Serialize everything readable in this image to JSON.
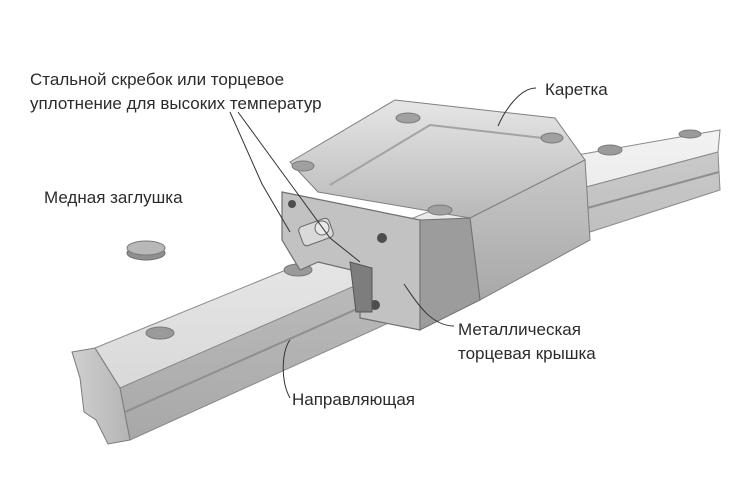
{
  "labels": {
    "scraper_line1": "Стальной скребок или торцевое",
    "scraper_line2": "уплотнение для высоких температур",
    "copper_plug": "Медная заглушка",
    "carriage": "Каретка",
    "end_cap_line1": "Металлическая",
    "end_cap_line2": "торцевая крышка",
    "rail": "Направляющая"
  }
}
